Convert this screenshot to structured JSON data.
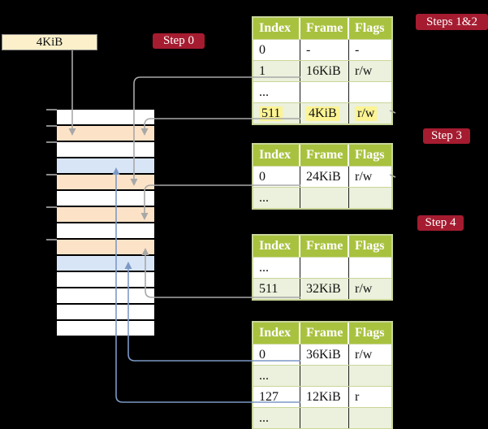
{
  "colors": {
    "background": "#000000",
    "crimson_label": "#a51c30",
    "header_green": "#a8c23f",
    "row_green": "#ebf1dc",
    "row_white": "#ffffff",
    "frame_peach": "#fce3c7",
    "frame_blue": "#d8e5f6",
    "cream_box": "#fbf0ca",
    "highlight_yellow": "#fcf494",
    "arrow_gray": "#a8a8a8",
    "arrow_blue": "#7c99c6",
    "tick_gray": "#8a8a8a",
    "table_border": "#c9d69a"
  },
  "labels": {
    "page_size_box": "4KiB",
    "step0": "Step 0",
    "steps12": "Steps 1&2",
    "step3": "Step 3",
    "step4": "Step 4"
  },
  "frame_stack": {
    "row_colors": [
      "#ffffff",
      "#fce3c7",
      "#ffffff",
      "#d8e5f6",
      "#fce3c7",
      "#ffffff",
      "#fce3c7",
      "#ffffff",
      "#fce3c7",
      "#d8e5f6",
      "#ffffff",
      "#ffffff",
      "#ffffff",
      "#ffffff"
    ]
  },
  "tables": [
    {
      "name": "page-table-steps-1-2",
      "headers": [
        "Index",
        "Frame",
        "Flags"
      ],
      "rows": [
        {
          "index": "0",
          "frame": "-",
          "flags": "-"
        },
        {
          "index": "1",
          "frame": "16KiB",
          "flags": "r/w"
        },
        {
          "index": "...",
          "frame": "",
          "flags": ""
        },
        {
          "index": "511",
          "frame": "4KiB",
          "flags": "r/w"
        }
      ]
    },
    {
      "name": "page-table-step-3",
      "headers": [
        "Index",
        "Frame",
        "Flags"
      ],
      "rows": [
        {
          "index": "0",
          "frame": "24KiB",
          "flags": "r/w"
        },
        {
          "index": "...",
          "frame": "",
          "flags": ""
        }
      ]
    },
    {
      "name": "page-table-step-4",
      "headers": [
        "Index",
        "Frame",
        "Flags"
      ],
      "rows": [
        {
          "index": "...",
          "frame": "",
          "flags": ""
        },
        {
          "index": "511",
          "frame": "32KiB",
          "flags": "r/w"
        }
      ]
    },
    {
      "name": "page-table-final",
      "headers": [
        "Index",
        "Frame",
        "Flags"
      ],
      "rows": [
        {
          "index": "0",
          "frame": "36KiB",
          "flags": "r/w"
        },
        {
          "index": "...",
          "frame": "",
          "flags": ""
        },
        {
          "index": "127",
          "frame": "12KiB",
          "flags": "r"
        },
        {
          "index": "...",
          "frame": "",
          "flags": ""
        }
      ]
    }
  ]
}
